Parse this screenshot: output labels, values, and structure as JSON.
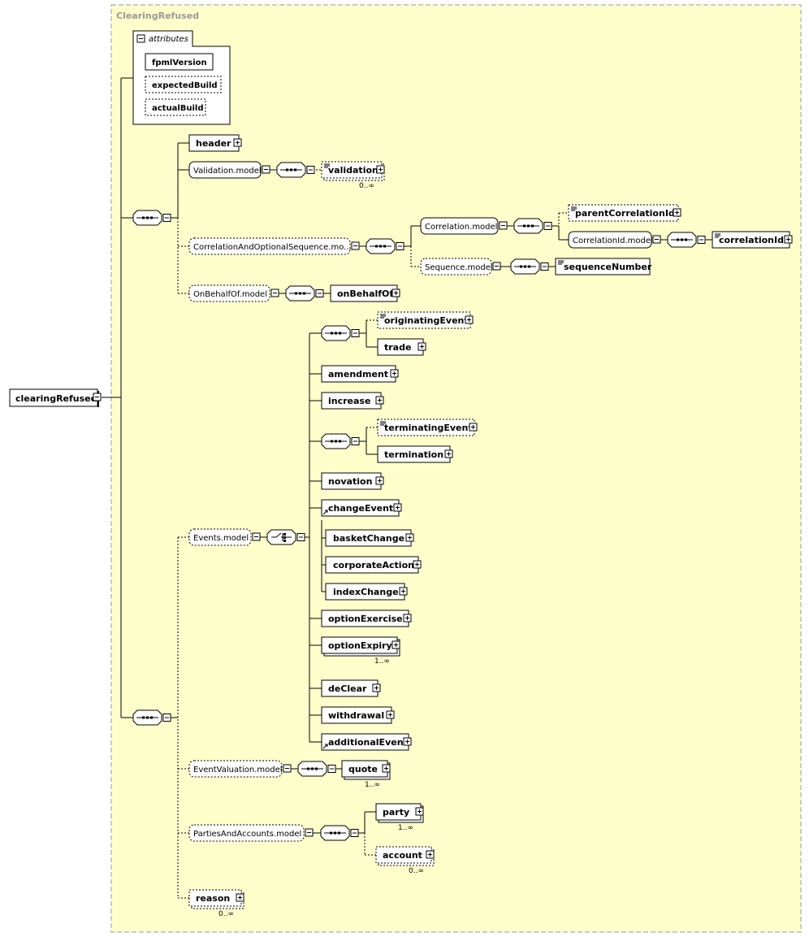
{
  "title": "ClearingRefused",
  "root": {
    "label": "clearingRefused"
  },
  "attributes": {
    "heading": "attributes",
    "items": [
      {
        "label": "fpmlVersion",
        "required": true
      },
      {
        "label": "expectedBuild",
        "required": false
      },
      {
        "label": "actualBuild",
        "required": false
      }
    ]
  },
  "groups": {
    "header": "header",
    "validation_model": "Validation.model",
    "validation": "validation",
    "validation_occ": "0..∞",
    "correlation_seq_model": "CorrelationAndOptionalSequence.mo...",
    "correlation_model": "Correlation.model",
    "parent_correlation_id": "parentCorrelationId",
    "correlation_id_model": "CorrelationId.model",
    "correlation_id": "correlationId",
    "sequence_model": "Sequence.model",
    "sequence_number": "sequenceNumber",
    "on_behalf_of_model": "OnBehalfOf.model",
    "on_behalf_of": "onBehalfOf",
    "events_model": "Events.model",
    "originating_event": "originatingEvent",
    "trade": "trade",
    "amendment": "amendment",
    "increase": "increase",
    "terminating_event": "terminatingEvent",
    "termination": "termination",
    "novation": "novation",
    "change_event": "changeEvent",
    "basket_change": "basketChange",
    "corporate_action": "corporateAction",
    "index_change": "indexChange",
    "option_exercise": "optionExercise",
    "option_expiry": "optionExpiry",
    "option_expiry_occ": "1..∞",
    "de_clear": "deClear",
    "withdrawal": "withdrawal",
    "additional_event": "additionalEvent",
    "event_valuation_model": "EventValuation.model",
    "quote": "quote",
    "quote_occ": "1..∞",
    "parties_accounts_model": "PartiesAndAccounts.model",
    "party": "party",
    "party_occ": "1..∞",
    "account": "account",
    "account_occ": "0..∞",
    "reason": "reason",
    "reason_occ": "0..∞"
  },
  "colors": {
    "panel_fill": "#ffffcc",
    "panel_border": "#999999",
    "title_text": "#999999",
    "line": "#000000",
    "box_fill": "#ffffff"
  }
}
